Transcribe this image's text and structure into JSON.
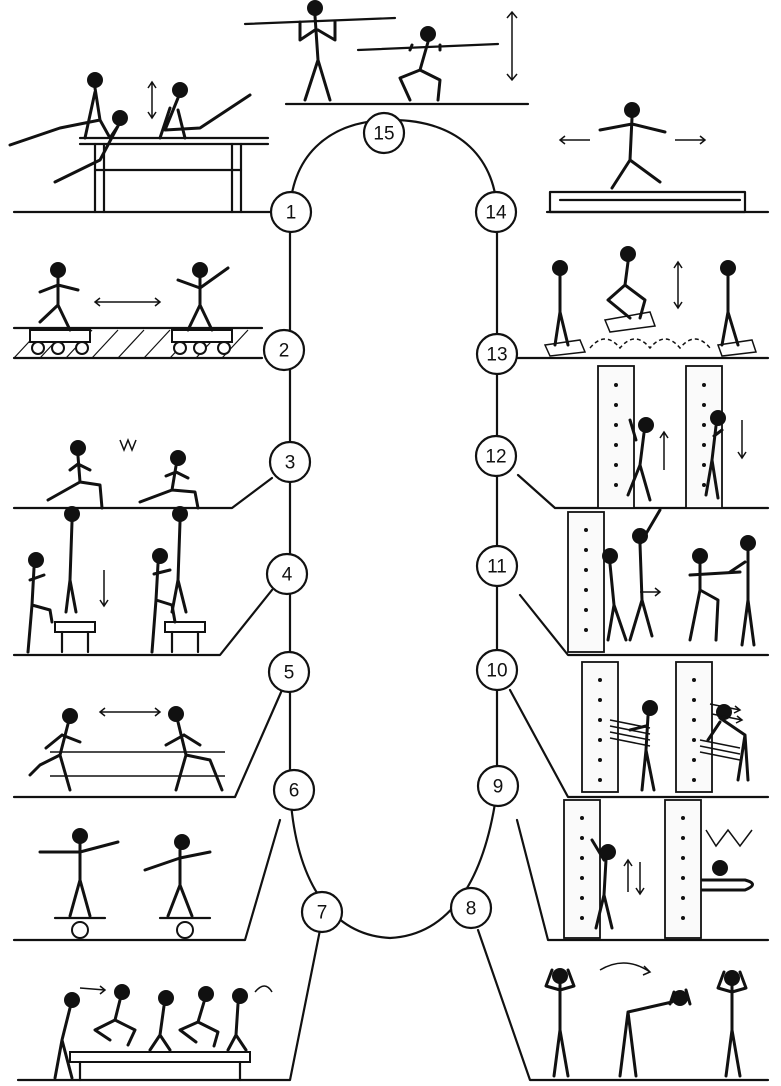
{
  "stations": [
    {
      "label": "1"
    },
    {
      "label": "2"
    },
    {
      "label": "3"
    },
    {
      "label": "4"
    },
    {
      "label": "5"
    },
    {
      "label": "6"
    },
    {
      "label": "7"
    },
    {
      "label": "8"
    },
    {
      "label": "9"
    },
    {
      "label": "10"
    },
    {
      "label": "11"
    },
    {
      "label": "12"
    },
    {
      "label": "13"
    },
    {
      "label": "14"
    },
    {
      "label": "15"
    }
  ],
  "colors": {
    "ink": "#111111",
    "paper": "#ffffff"
  }
}
